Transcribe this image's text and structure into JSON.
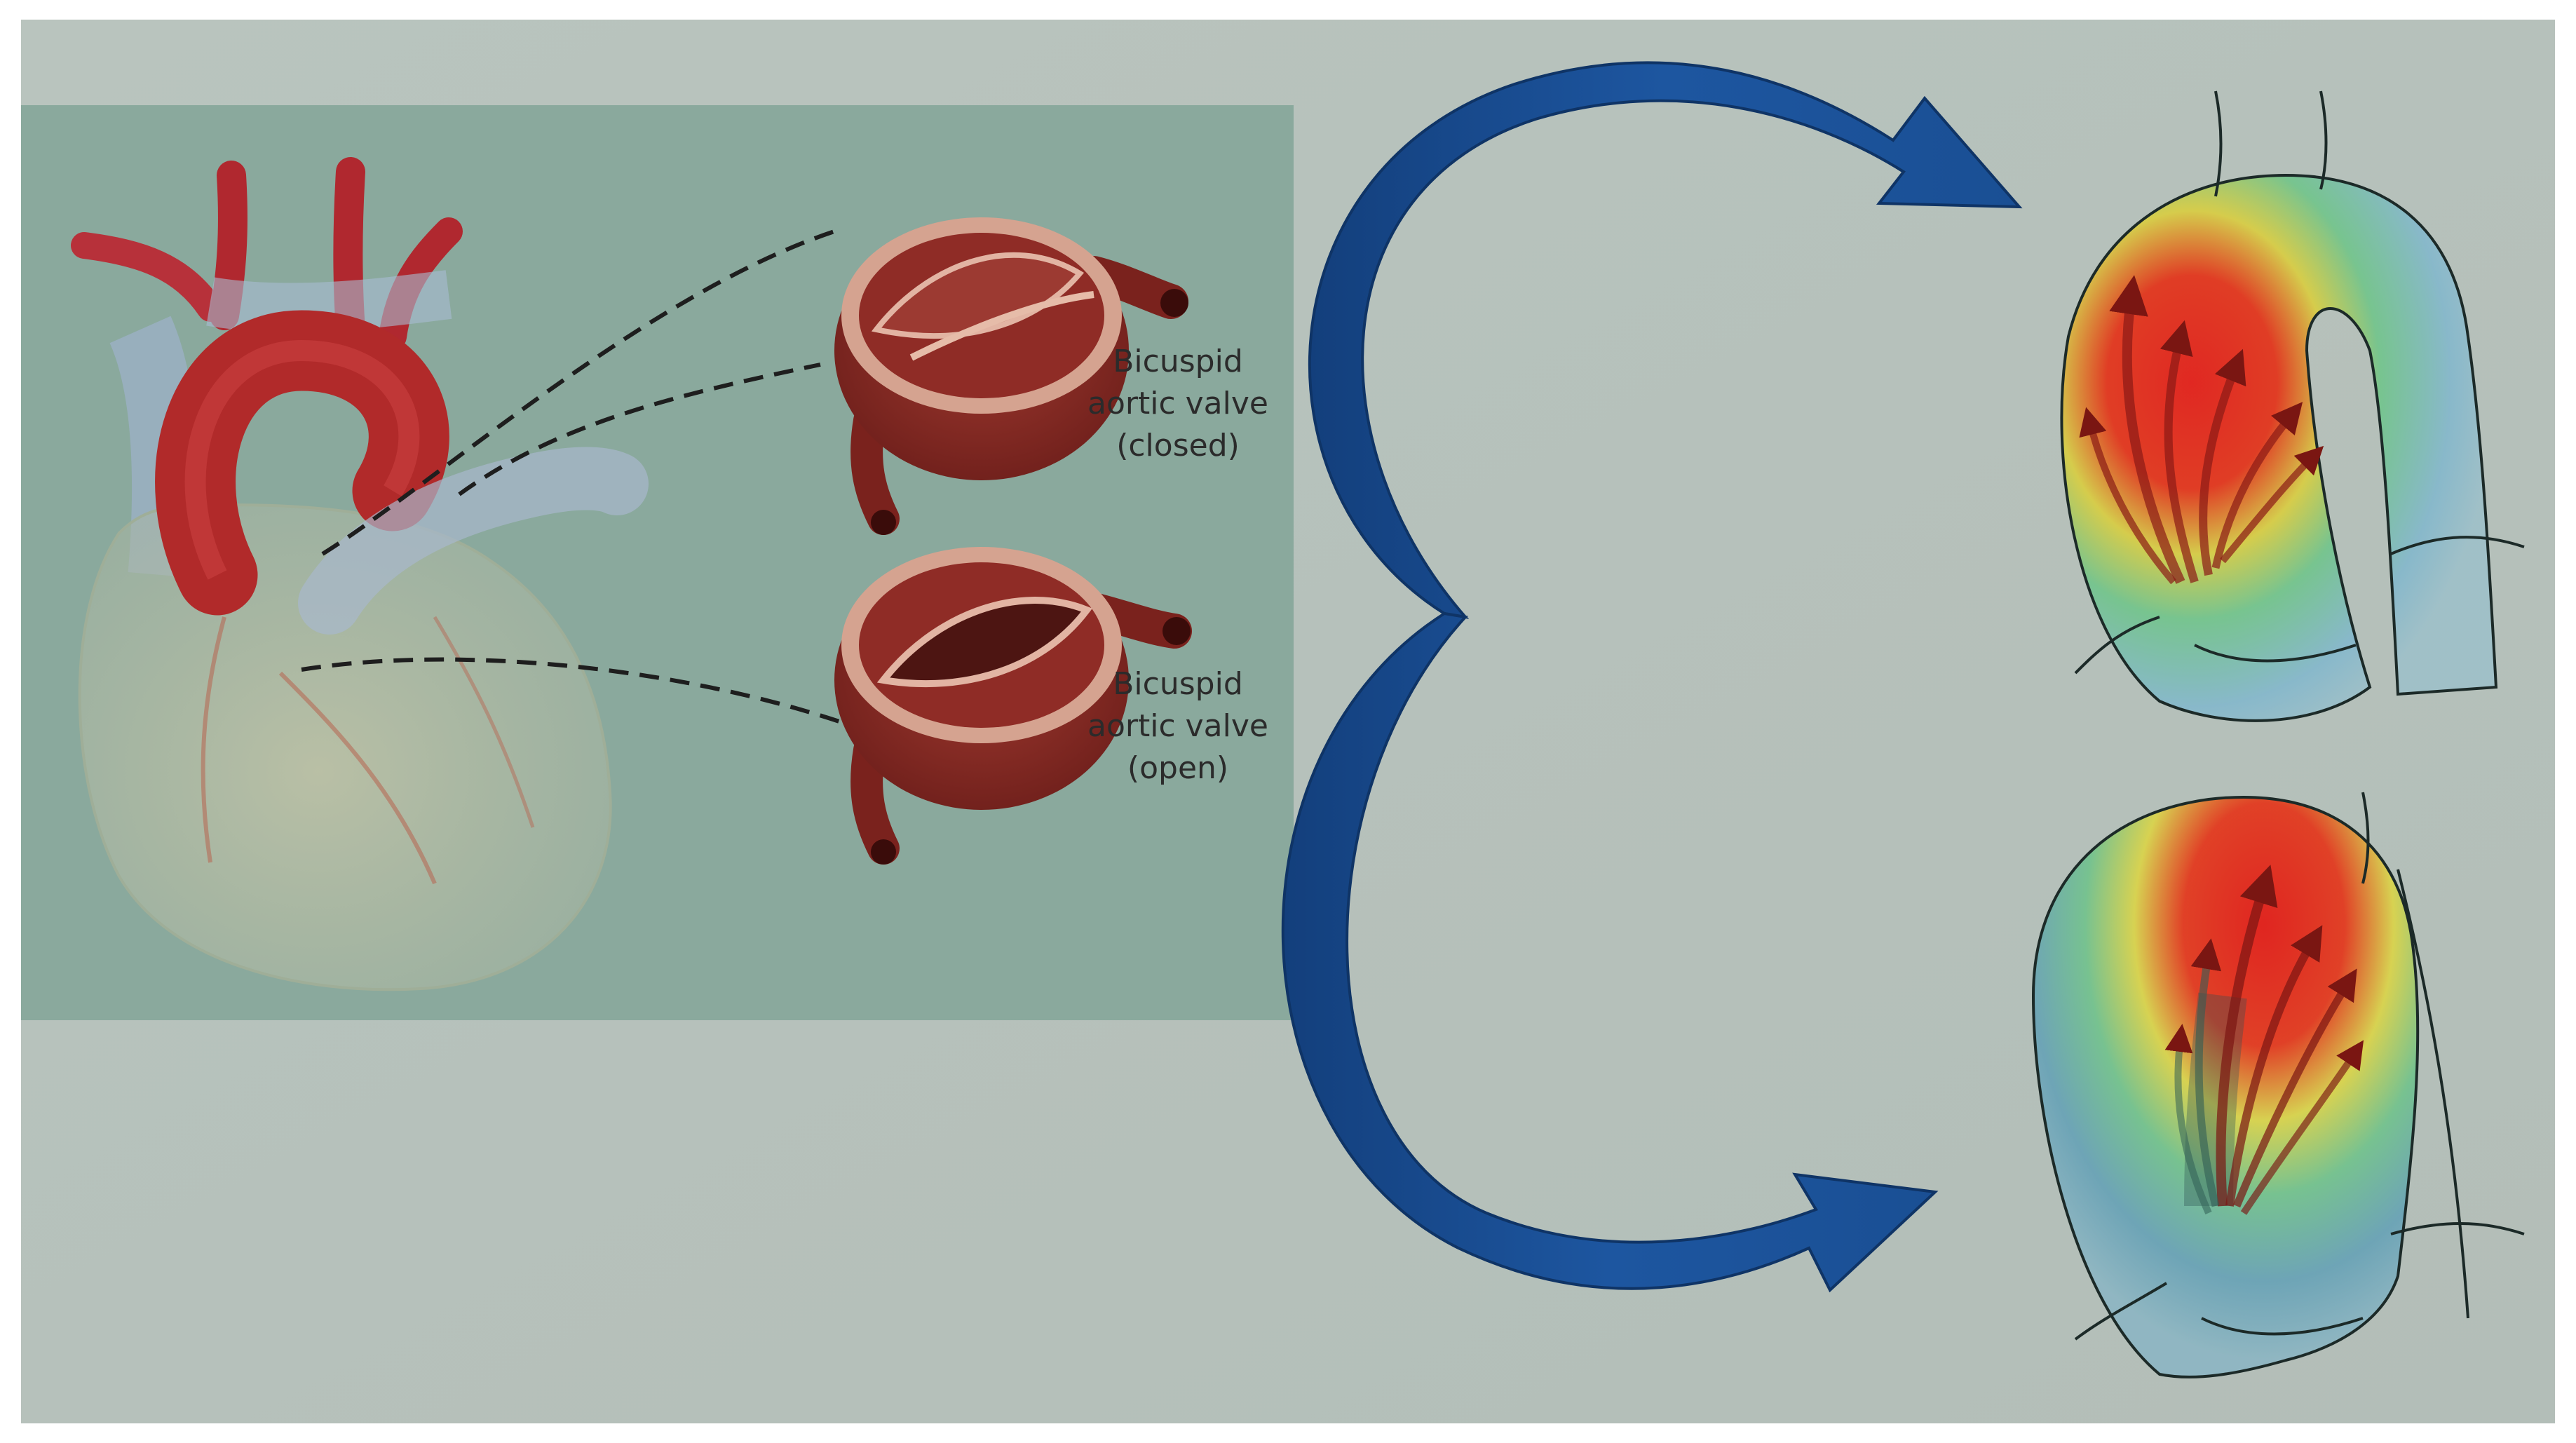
{
  "labels": {
    "closed": {
      "line1": "Bicuspid",
      "line2": "aortic valve",
      "line3": "(closed)"
    },
    "open": {
      "line1": "Bicuspid",
      "line2": "aortic valve",
      "line3": "(open)"
    }
  },
  "icons": {
    "heart": "heart-illustration-icon",
    "valve_closed": "valve-closed-icon",
    "valve_open": "valve-open-icon",
    "arrow_upper": "curved-arrow-upper-icon",
    "arrow_lower": "curved-arrow-lower-icon",
    "aorta_upper": "aorta-heatmap-upper-icon",
    "aorta_lower": "aorta-heatmap-lower-icon"
  },
  "colors": {
    "page_bg": "#b8c3bd",
    "panel_bg": "#8aa99d",
    "arrow": "#1b4f94",
    "arrow_dark": "#0f3466",
    "artery_red": "#b02a2a",
    "valve_red": "#8c2a25",
    "heat_red": "#e02219",
    "heat_yellow": "#d8d34a",
    "heat_green": "#6fc08a",
    "heat_blue": "#7fb1c8"
  }
}
